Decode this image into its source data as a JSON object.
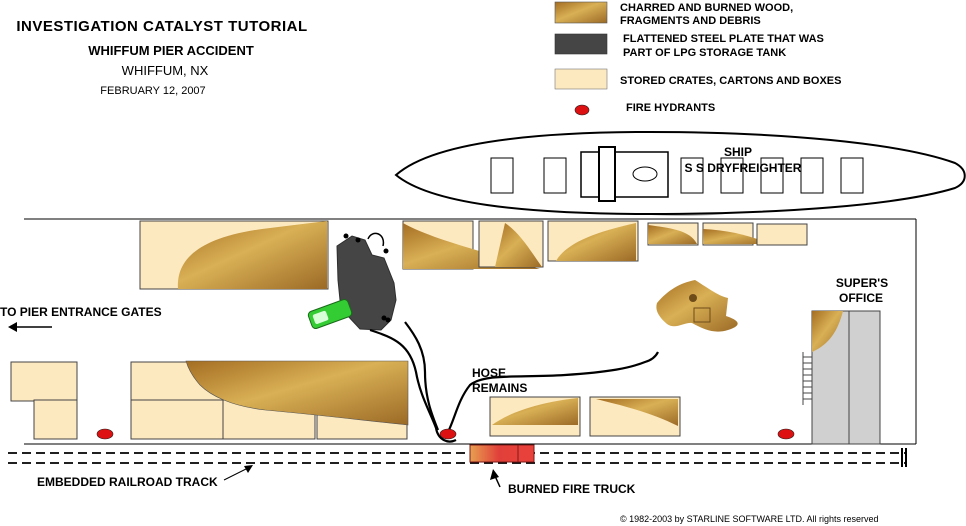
{
  "header": {
    "title": "INVESTIGATION CATALYST  TUTORIAL",
    "subtitle": "WHIFFUM PIER ACCIDENT",
    "location": "WHIFFUM, NX",
    "date": "FEBRUARY 12, 2007"
  },
  "legend": {
    "charred_line1": "CHARRED AND BURNED WOOD,",
    "charred_line2": "FRAGMENTS AND DEBRIS",
    "steel_line1": "FLATTENED  STEEL  PLATE  THAT WAS",
    "steel_line2": "PART  OF  LPG   STORAGE TANK",
    "crates": "STORED CRATES, CARTONS AND BOXES",
    "hydrants": "FIRE HYDRANTS"
  },
  "labels": {
    "ship": "SHIP",
    "ship_name": "S S DRYFREIGHTER",
    "pier_gates": "TO PIER ENTRANCE GATES",
    "hose_line1": "HOSE",
    "hose_line2": "REMAINS",
    "office_line1": "SUPER'S",
    "office_line2": "OFFICE",
    "railroad": "EMBEDDED RAILROAD TRACK",
    "fire_truck": "BURNED FIRE TRUCK"
  },
  "footer": {
    "copyright": "© 1982-2003   by  STARLINE SOFTWARE LTD.  All rights reserved"
  },
  "colors": {
    "crate_fill": "#fde9bf",
    "charred_dark": "#a97528",
    "charred_light": "#d7ad4d",
    "steel_plate": "#454545",
    "hydrant": "#dd1111",
    "office": "#d0d0d0",
    "fire_truck": "#e0403a",
    "vehicle_green": "#33cc33"
  }
}
